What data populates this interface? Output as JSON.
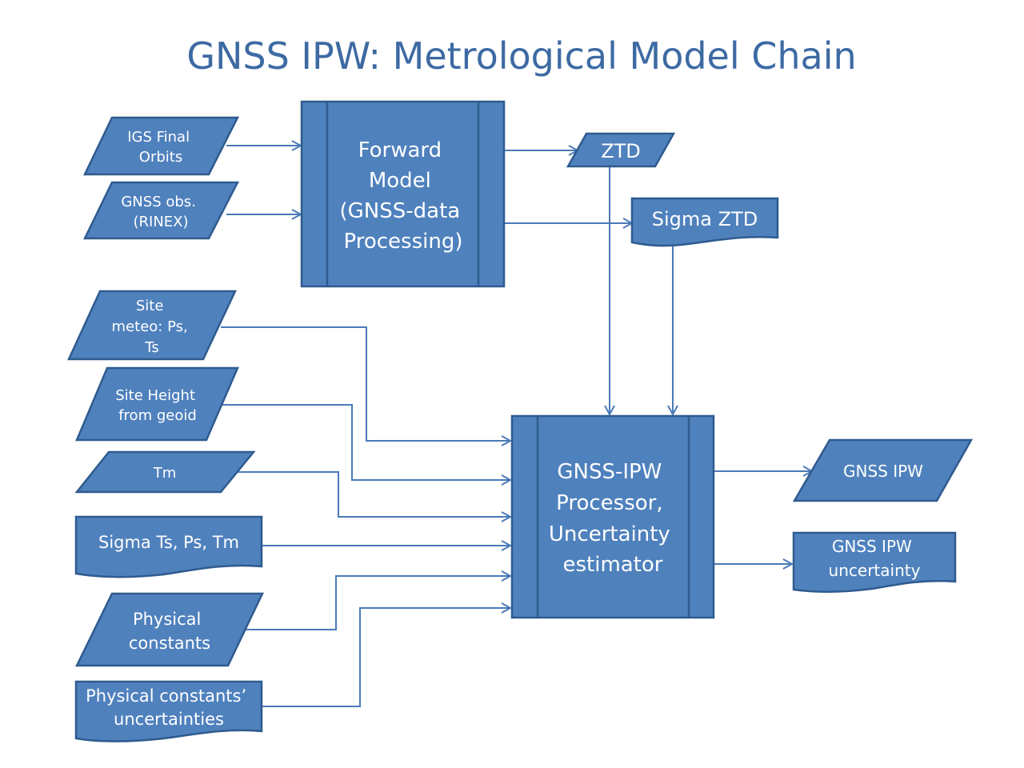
{
  "title": "GNSS IPW: Metrological Model Chain",
  "nodes": {
    "igs": [
      "IGS Final",
      "Orbits"
    ],
    "gnss_obs": [
      "GNSS obs.",
      "(RINEX)"
    ],
    "forward": [
      "Forward",
      "Model",
      "(GNSS-data",
      "Processing)"
    ],
    "ztd": [
      "ZTD"
    ],
    "sigma_ztd": [
      "Sigma ZTD"
    ],
    "site_meteo": [
      "Site",
      "meteo: Ps,",
      "Ts"
    ],
    "site_height": [
      "Site Height",
      "from geoid"
    ],
    "tm": [
      "Tm"
    ],
    "sigma_tps": [
      "Sigma Ts, Ps, Tm"
    ],
    "phys_const": [
      "Physical",
      "constants"
    ],
    "phys_unc": [
      "Physical constants’",
      "uncertainties"
    ],
    "processor": [
      "GNSS-IPW",
      "Processor,",
      "Uncertainty",
      "estimator"
    ],
    "gnss_ipw": [
      "GNSS IPW"
    ],
    "gnss_ipw_unc": [
      "GNSS IPW",
      "uncertainty"
    ]
  },
  "colors": {
    "fill": "#4f81bd",
    "stroke": "#2f5b8e",
    "connector": "#4a7ab8",
    "title": "#3d6aa3"
  }
}
